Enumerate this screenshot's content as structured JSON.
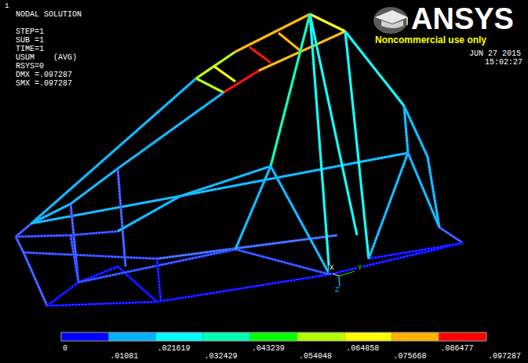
{
  "diagram": {
    "labels": [
      "1",
      "NODAL SOLUTION",
      "STEP=1",
      "SUB =1",
      "TIME=1",
      "USUM    (AVG)",
      "RSYS=0",
      "DMX =.097287",
      "SMX =.097287",
      "ANSYS",
      "Noncommercial use only",
      "JUN 27 2015",
      "15:02:27",
      "0",
      ".01081",
      ".021619",
      ".032429",
      ".043239",
      ".054048",
      ".064858",
      ".075668",
      ".086477",
      ".097287",
      "X",
      "Y",
      "Z"
    ]
  }
}
